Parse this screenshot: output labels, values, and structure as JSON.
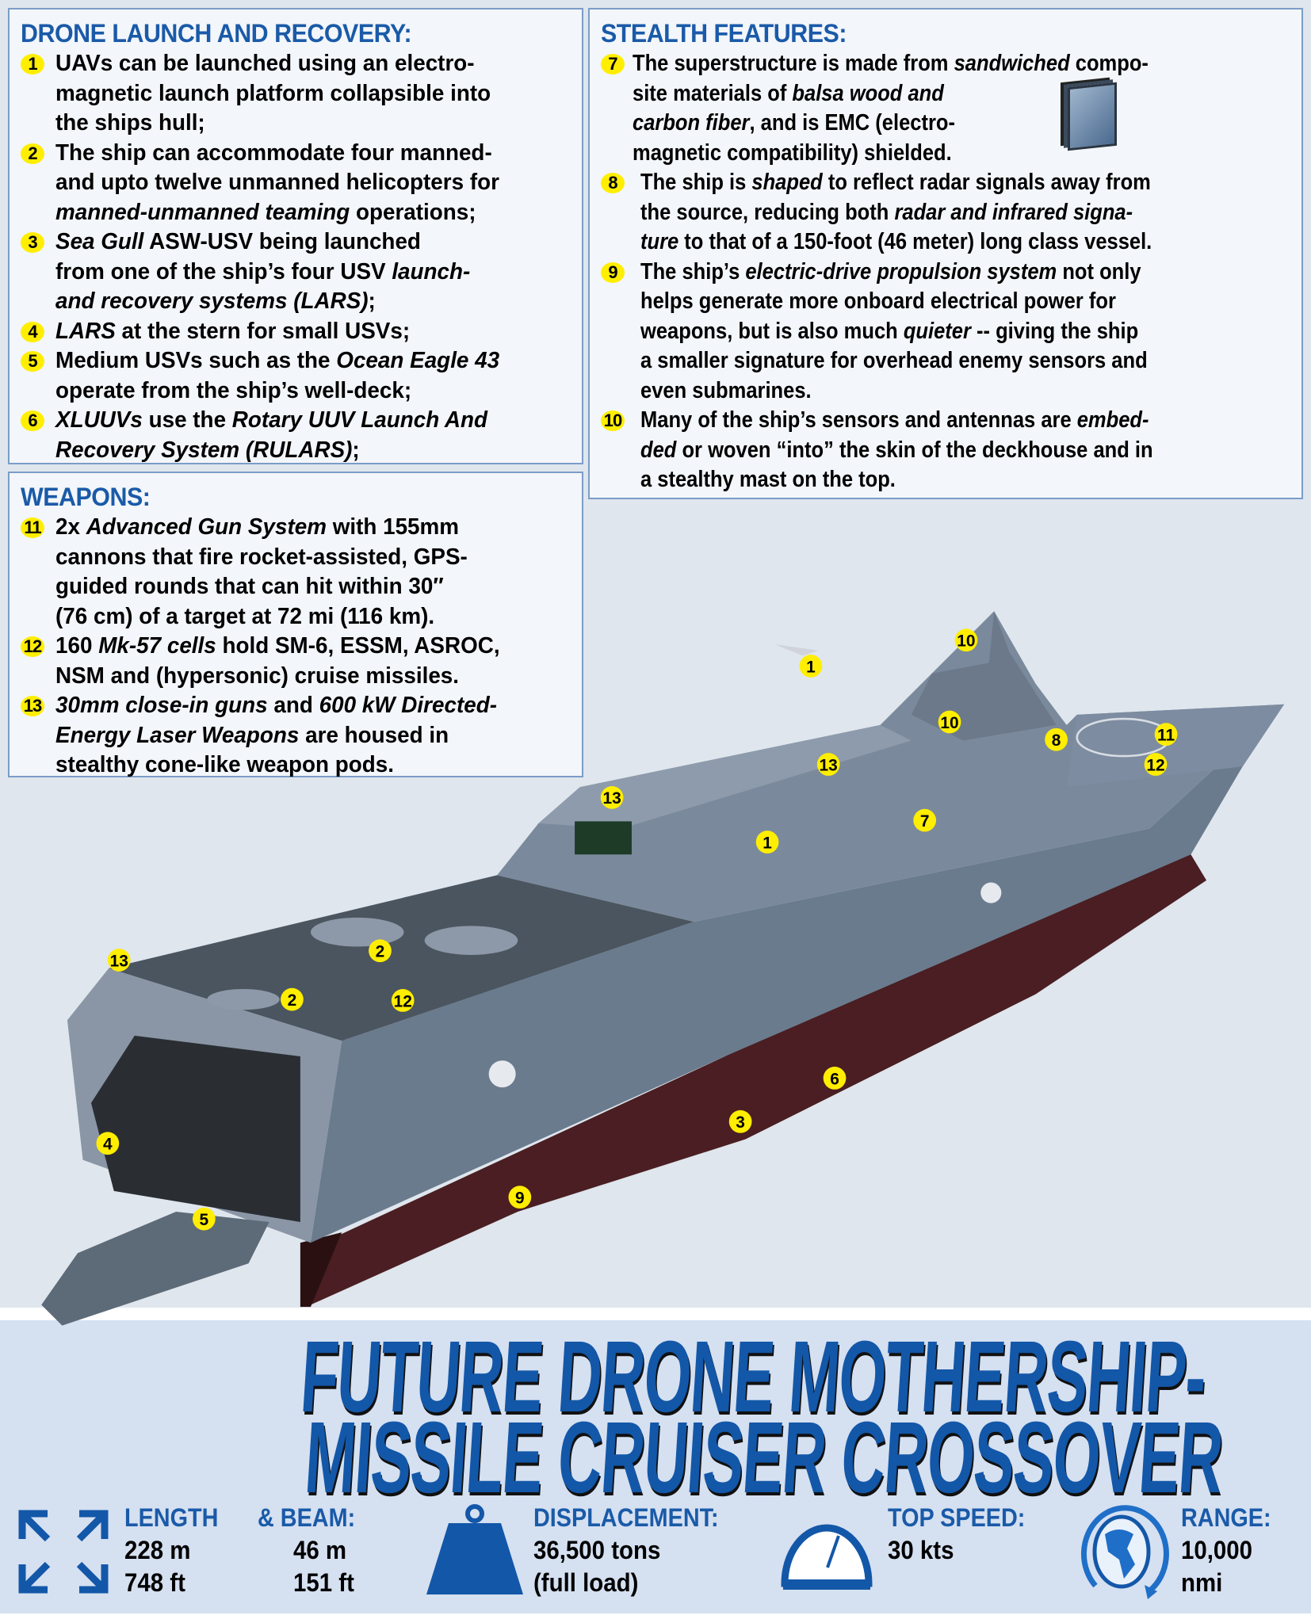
{
  "drone_panel": {
    "heading": "DRONE LAUNCH AND RECOVERY:",
    "items": [
      {
        "num": "1",
        "lines": [
          [
            "UAVs can be launched using an electro-"
          ],
          [
            "magnetic launch platform collapsible into"
          ],
          [
            "the ships hull;"
          ]
        ]
      },
      {
        "num": "2",
        "lines": [
          [
            "The ship can accommodate four manned-"
          ],
          [
            "and upto twelve unmanned helicopters for"
          ],
          [
            {
              "i": "manned-unmanned teaming"
            },
            " operations;"
          ]
        ]
      },
      {
        "num": "3",
        "lines": [
          [
            {
              "i": "Sea Gull"
            },
            " ASW-USV being launched"
          ],
          [
            " from one of the ship’s four USV ",
            {
              "i": "launch-"
            }
          ],
          [
            {
              "i": "and recovery systems (LARS)"
            },
            ";"
          ]
        ]
      },
      {
        "num": "4",
        "lines": [
          [
            {
              "i": "LARS"
            },
            " at the stern for small USVs;"
          ]
        ]
      },
      {
        "num": "5",
        "lines": [
          [
            "Medium USVs such as the ",
            {
              "i": "Ocean Eagle 43"
            }
          ],
          [
            "operate from the ship’s well-deck;"
          ]
        ]
      },
      {
        "num": "6",
        "lines": [
          [
            {
              "i": "XLUUVs"
            },
            " use the ",
            {
              "i": "Rotary UUV Launch And"
            }
          ],
          [
            {
              "i": "Recovery System (RULARS)"
            },
            ";"
          ]
        ]
      }
    ]
  },
  "stealth_panel": {
    "heading": "STEALTH FEATURES:",
    "items": [
      {
        "num": "7",
        "lines": [
          [
            "The superstructure is made from ",
            {
              "i": "sandwiched"
            },
            " compo-"
          ],
          [
            "site materials of ",
            {
              "i": "balsa wood and"
            }
          ],
          [
            {
              "i": "carbon fiber"
            },
            ", and is EMC (electro-"
          ],
          [
            "magnetic compatibility) shielded."
          ]
        ]
      },
      {
        "num": "8",
        "lines": [
          [
            "The ship is ",
            {
              "i": "shaped"
            },
            " to reflect radar signals away from"
          ],
          [
            "the source, reducing both ",
            {
              "i": "radar and infrared signa-"
            }
          ],
          [
            {
              "i": "ture"
            },
            " to that of a 150-foot (46 meter) long class vessel."
          ]
        ]
      },
      {
        "num": "9",
        "lines": [
          [
            "The ship’s ",
            {
              "i": "electric-drive propulsion system"
            },
            " not only"
          ],
          [
            "helps generate more onboard electrical power for"
          ],
          [
            "weapons, but is also much ",
            {
              "i": "quieter"
            },
            " -- giving the ship"
          ],
          [
            "a smaller signature for overhead enemy sensors and"
          ],
          [
            "even submarines."
          ]
        ]
      },
      {
        "num": "10",
        "lines": [
          [
            "Many of the ship’s sensors and antennas are ",
            {
              "i": "embed-"
            }
          ],
          [
            {
              "i": "ded"
            },
            "  or woven “into” the skin of the deckhouse and in"
          ],
          [
            "a stealthy mast on the top."
          ]
        ]
      }
    ]
  },
  "weapons_panel": {
    "heading": "WEAPONS:",
    "items": [
      {
        "num": "11",
        "lines": [
          [
            "2x ",
            {
              "i": "Advanced Gun System"
            },
            " with 155mm"
          ],
          [
            "cannons that fire rocket-assisted, GPS-"
          ],
          [
            "guided rounds that can hit within 30″"
          ],
          [
            "(76 cm) of a target at 72 mi (116 km)."
          ]
        ]
      },
      {
        "num": "12",
        "lines": [
          [
            "160 ",
            {
              "i": "Mk-57 cells"
            },
            " hold SM-6, ESSM, ASROC,"
          ],
          [
            " NSM and (hypersonic) cruise missiles."
          ]
        ]
      },
      {
        "num": "13",
        "lines": [
          [
            {
              "i": "30mm close-in guns"
            },
            " and ",
            {
              "i": "600 kW Directed-"
            }
          ],
          [
            {
              "i": "Energy Laser Weapons"
            },
            " are housed in"
          ],
          [
            "stealthy cone-like weapon pods."
          ]
        ]
      }
    ]
  },
  "ship_markers": [
    "1",
    "10",
    "10",
    "8",
    "11",
    "12",
    "13",
    "13",
    "7",
    "1",
    "13",
    "2",
    "2",
    "12",
    "6",
    "3",
    "4",
    "5",
    "9"
  ],
  "title": {
    "line1": "FUTURE DRONE MOTHERSHIP-",
    "line2": "MISSILE CRUISER CROSSOVER"
  },
  "stats": {
    "length_label": "LENGTH",
    "beam_label": "& BEAM:",
    "length_m": "228 m",
    "length_ft": "748 ft",
    "beam_m": "46 m",
    "beam_ft": "151 ft",
    "displacement_label": "DISPLACEMENT:",
    "displacement_value": "36,500 tons",
    "displacement_note": "(full load)",
    "speed_label": "TOP SPEED:",
    "speed_value": "30 kts",
    "range_label": "RANGE:",
    "range_value": "10,000",
    "range_unit": "nmi"
  },
  "colors": {
    "accent_blue": "#1357a8",
    "marker_yellow": "#ffee00",
    "panel_bg": "#f3f6fa",
    "band_bg": "#d5e0f1"
  }
}
